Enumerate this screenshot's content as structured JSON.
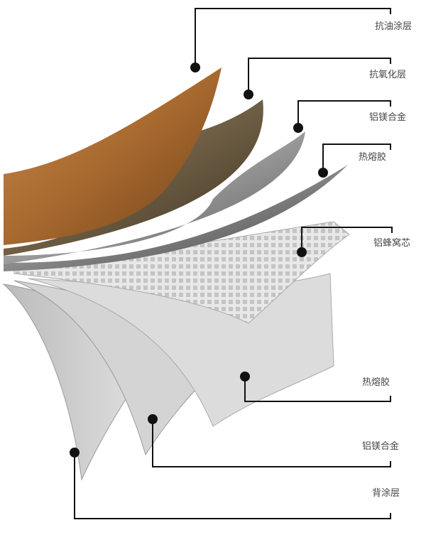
{
  "title": "",
  "labels": {
    "l1": "抗油涂层",
    "l2": "抗氧化层",
    "l3": "铝镁合金",
    "l4": "热熔胶",
    "l5": "铝蜂窝芯",
    "l6": "热熔胶",
    "l7": "铝镁合金",
    "l8": "背涂层"
  }
}
